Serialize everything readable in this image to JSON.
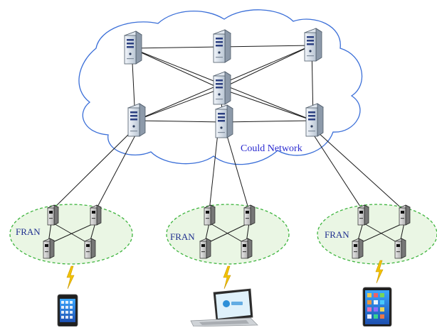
{
  "cloud": {
    "label": "Could Network"
  },
  "fran_labels": [
    "FRAN",
    "FRAN",
    "FRAN"
  ],
  "colors": {
    "cloud_outline": "#3b6fd8",
    "fran_outline": "#3fb53f",
    "fran_fill": "#eaf6e4",
    "link": "#1a1a1a",
    "wireless": "#f2c200",
    "label_cloud": "#2a2ad0",
    "label_fran": "#1f2f8f"
  },
  "devices": [
    {
      "type": "smartphone-icon"
    },
    {
      "type": "laptop-icon"
    },
    {
      "type": "tablet-icon"
    }
  ]
}
